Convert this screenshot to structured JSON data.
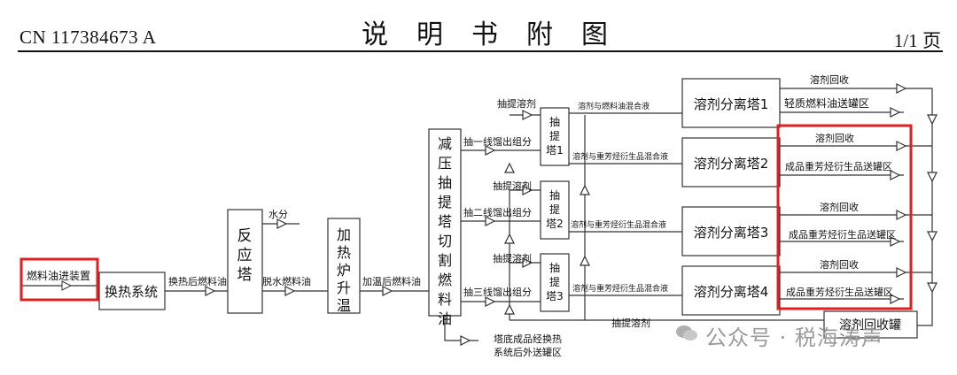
{
  "header": {
    "patent_no": "CN 117384673 A",
    "title": "说明书附图",
    "page": "1/1 页"
  },
  "watermark": "公众号 · 税海涛声",
  "diagram": {
    "boxes": {
      "fuel_inlet": "燃料油进装置",
      "heat_exchange": "换热系统",
      "reactor": "反应塔",
      "heating_furnace": "加热炉升温",
      "vacuum_tower": "减压抽提塔切割燃料油",
      "ext_tower_1": "抽提塔1",
      "ext_tower_2": "抽提塔2",
      "ext_tower_3": "抽提塔3",
      "sep_tower_1": "溶剂分离塔1",
      "sep_tower_2": "溶剂分离塔2",
      "sep_tower_3": "溶剂分离塔3",
      "sep_tower_4": "溶剂分离塔4",
      "solvent_tank": "溶剂回收罐"
    },
    "labels": {
      "after_exchange": "换热后燃料油",
      "water": "水分",
      "dehydrated": "脱水燃料油",
      "heated": "加温后燃料油",
      "cut1": "抽一线馏出组分",
      "cut2": "抽二线馏出组分",
      "cut3": "抽三线馏出组分",
      "ext_solvent_a": "抽提溶剂",
      "ext_solvent_b": "抽提溶剂",
      "ext_solvent_c": "抽提溶剂",
      "ext_solvent_d": "抽提溶剂",
      "mix1": "溶剂与燃料油混合液",
      "mix2": "溶剂与重芳烃衍生品混合液",
      "mix3": "溶剂与重芳烃衍生品混合液",
      "mix4": "溶剂与重芳烃衍生品混合液",
      "recov1": "溶剂回收",
      "recov2": "溶剂回收",
      "recov3": "溶剂回收",
      "recov4": "溶剂回收",
      "prod1": "轻质燃料油送罐区",
      "prod2": "成品重芳烃衍生品送罐区",
      "prod3": "成品重芳烃衍生品送罐区",
      "prod4": "成品重芳烃衍生品送罐区",
      "bottom1": "塔底成品经换热",
      "bottom2": "系统后外送罐区"
    }
  },
  "colors": {
    "highlight": "#e02020",
    "line": "#333333"
  }
}
